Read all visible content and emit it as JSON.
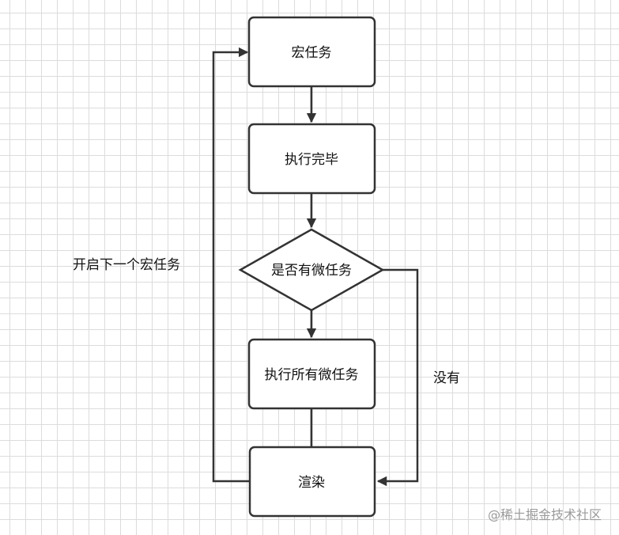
{
  "nodes": {
    "macro_task": "宏任务",
    "execution_done": "执行完毕",
    "has_micro_task": "是否有微任务",
    "run_all_micro": "执行所有微任务",
    "render": "渲染"
  },
  "edges": {
    "next_macro_label": "开启下一个宏任务",
    "no_label": "没有"
  },
  "watermark": "@稀土掘金技术社区",
  "colors": {
    "stroke": "#333333",
    "grid": "#dcdcdc",
    "text": "#111111"
  }
}
